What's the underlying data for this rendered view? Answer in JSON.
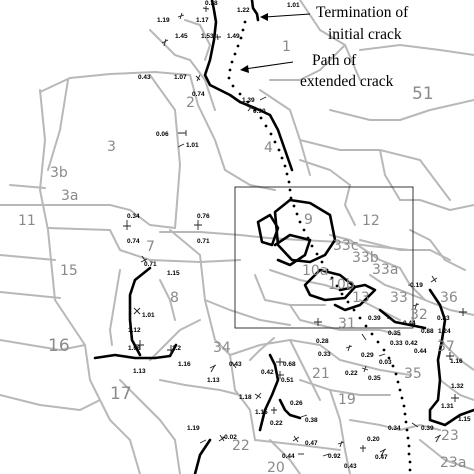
{
  "annotations": {
    "termination_line1": "Termination of",
    "termination_line2": "initial crack",
    "path_line1": "Path of",
    "path_line2": "extended crack"
  },
  "regions": [
    "1",
    "51",
    "2",
    "3",
    "3b",
    "3a",
    "4",
    "11",
    "7",
    "9",
    "12",
    "33c",
    "33b",
    "33a",
    "15",
    "10a",
    "10b",
    "13",
    "8",
    "36",
    "32",
    "16",
    "33",
    "31",
    "37",
    "34",
    "17",
    "21",
    "35",
    "19",
    "22",
    "20",
    "23",
    "23a"
  ],
  "values": [
    "1.19",
    "1.17",
    "1.22",
    "1.01",
    "0.38",
    "1.45",
    "1.53",
    "1.49",
    "0.43",
    "1.07",
    "0.74",
    "1.39",
    "0.90",
    "0.06",
    "1.01",
    "0.34",
    "0.76",
    "0.74",
    "0.71",
    "0.71",
    "1.15",
    "1.01",
    "1.12",
    "1.08",
    "1.13",
    "1.2",
    "1.16",
    "0.28",
    "0.33",
    "0.29",
    "0.39",
    "0.35",
    "0.33",
    "0.44",
    "0.42",
    "0.44",
    "-0.19",
    "0.83",
    "0.88",
    "1.24",
    "1.16",
    "1.31",
    "0.43",
    "1.13",
    "0.68",
    "0.42",
    "0.51",
    "1.18",
    "1.15",
    "0.26",
    "0.22",
    "0.38",
    "0.03",
    "0.22",
    "0.35",
    "1.19",
    "-0.02",
    "0.47",
    "0.20",
    "0.34",
    "0.39",
    "0.44",
    "0.92",
    "0.43",
    "0.47",
    "1.32",
    "1.15"
  ]
}
